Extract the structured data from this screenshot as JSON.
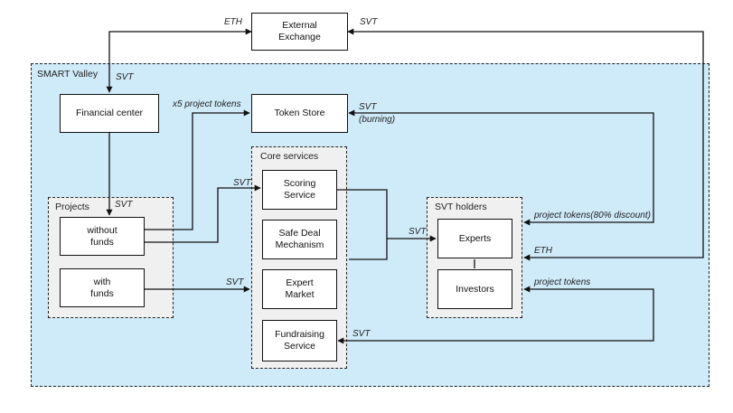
{
  "regions": {
    "smart_valley": "SMART Valley",
    "projects": "Projects",
    "core_services": "Core services",
    "svt_holders": "SVT holders"
  },
  "nodes": {
    "external_exchange": "External\nExchange",
    "financial_center": "Financial center",
    "token_store": "Token Store",
    "without_funds": "without\nfunds",
    "with_funds": "with\nfunds",
    "scoring_service": "Scoring\nService",
    "safe_deal": "Safe Deal\nMechanism",
    "expert_market": "Expert\nMarket",
    "fundraising": "Fundraising\nService",
    "experts": "Experts",
    "investors": "Investors"
  },
  "labels": {
    "eth_top": "ETH",
    "svt_top_right": "SVT",
    "svt_financial": "SVT",
    "x5_tokens": "x5 project tokens",
    "svt_store": "SVT",
    "burning": "(burning)",
    "svt_projects": "SVT",
    "svt_scoring": "SVT",
    "svt_with_funds": "SVT",
    "svt_to_experts": "SVT",
    "project_tokens_discount": "project tokens(80% discount)",
    "eth_holders": "ETH",
    "project_tokens": "project tokens",
    "svt_fundraising": "SVT"
  },
  "colors": {
    "smart_valley_fill": "#cfeaf9",
    "group_fill": "#f0f0f0",
    "line": "#111111"
  }
}
